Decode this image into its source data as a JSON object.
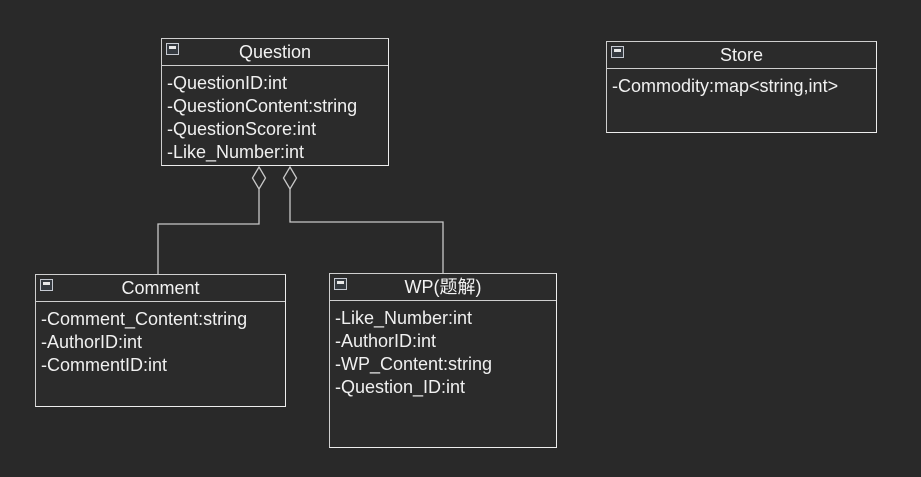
{
  "diagram": {
    "background_color": "#292929",
    "box_border_color": "#cfcfcf",
    "line_color": "#c8c8c8",
    "text_color": "#f0f0f0"
  },
  "classes": [
    {
      "name": "Question",
      "attributes": [
        "-QuestionID:int",
        "-QuestionContent:string",
        "-QuestionScore:int",
        "-Like_Number:int"
      ]
    },
    {
      "name": "Store",
      "attributes": [
        "-Commodity:map<string,int>"
      ]
    },
    {
      "name": "Comment",
      "attributes": [
        "-Comment_Content:string",
        "-AuthorID:int",
        "-CommentID:int"
      ]
    },
    {
      "name": "WP(题解)",
      "attributes": [
        "-Like_Number:int",
        "-AuthorID:int",
        "-WP_Content:string",
        "-Question_ID:int"
      ]
    }
  ],
  "relationships": [
    {
      "type": "aggregation",
      "from": "Comment",
      "to": "Question",
      "diamond_at": "Question"
    },
    {
      "type": "aggregation",
      "from": "WP(题解)",
      "to": "Question",
      "diamond_at": "Question"
    }
  ]
}
